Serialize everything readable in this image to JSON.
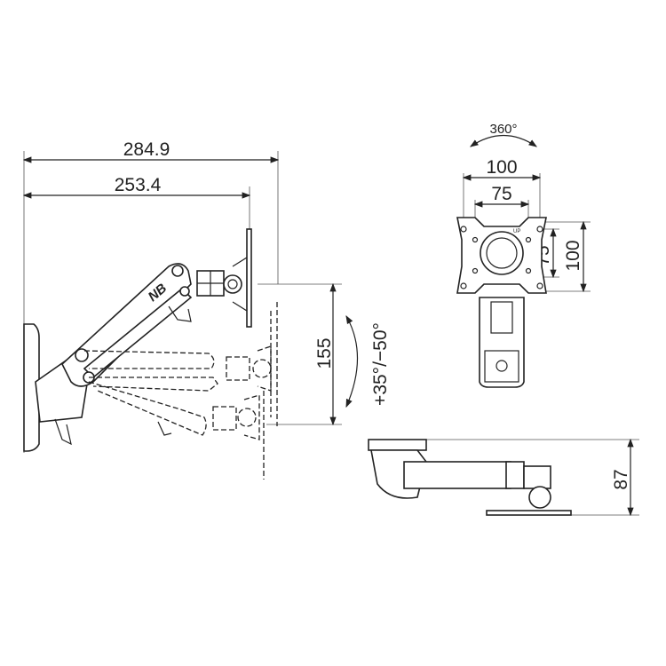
{
  "side_view": {
    "dim_total_width": "284.9",
    "dim_reach": "253.4",
    "dim_height_range": "155",
    "tilt_range": "+35°/−50°",
    "logo_text": "NB"
  },
  "front_view": {
    "rotation": "360°",
    "vesa_outer_width": "100",
    "vesa_inner_width": "75",
    "vesa_inner_height": "75",
    "vesa_outer_height": "100",
    "up_label": "UP"
  },
  "top_view": {
    "dim_depth": "87"
  }
}
